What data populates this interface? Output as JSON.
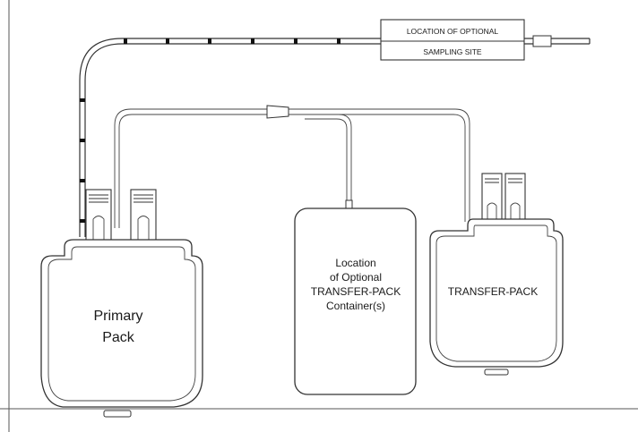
{
  "sampling_site": {
    "line1": "LOCATION OF OPTIONAL",
    "line2": "SAMPLING SITE"
  },
  "primary_pack": {
    "line1": "Primary",
    "line2": "Pack"
  },
  "optional_container": {
    "line1": "Location",
    "line2": "of Optional",
    "line3": "TRANSFER-PACK",
    "line4": "Container(s)"
  },
  "transfer_pack": {
    "label": "TRANSFER-PACK"
  }
}
